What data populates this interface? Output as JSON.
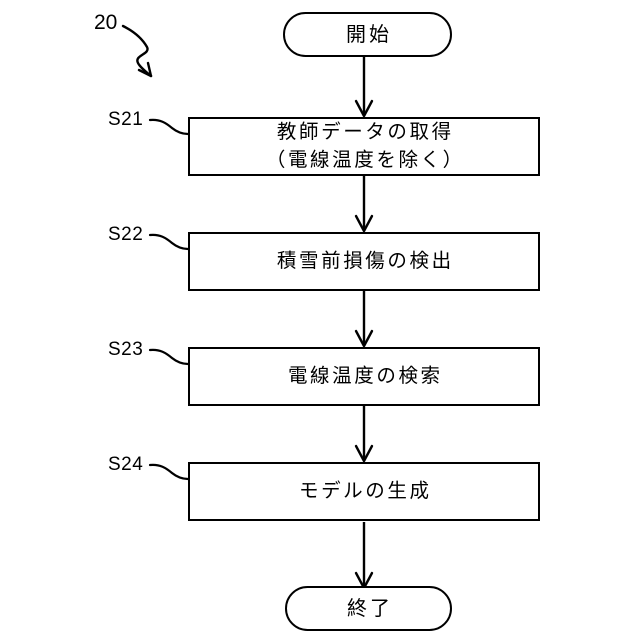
{
  "figure": {
    "reference_number": "20",
    "type": "flowchart",
    "language": "ja"
  },
  "nodes": [
    {
      "id": "start",
      "kind": "terminal",
      "label": "開始",
      "step_ref": null
    },
    {
      "id": "s21",
      "kind": "process",
      "lines": [
        "教師データの取得",
        "（電線温度を除く）"
      ],
      "step_ref": "S21"
    },
    {
      "id": "s22",
      "kind": "process",
      "lines": [
        "積雪前損傷の検出"
      ],
      "step_ref": "S22"
    },
    {
      "id": "s23",
      "kind": "process",
      "lines": [
        "電線温度の検索"
      ],
      "step_ref": "S23"
    },
    {
      "id": "s24",
      "kind": "process",
      "lines": [
        "モデルの生成"
      ],
      "step_ref": "S24"
    },
    {
      "id": "end",
      "kind": "terminal",
      "label": "終了",
      "step_ref": null
    }
  ],
  "edges": [
    {
      "from": "start",
      "to": "s21",
      "arrow": "down"
    },
    {
      "from": "s21",
      "to": "s22",
      "arrow": "down"
    },
    {
      "from": "s22",
      "to": "s23",
      "arrow": "down"
    },
    {
      "from": "s23",
      "to": "s24",
      "arrow": "down"
    },
    {
      "from": "s24",
      "to": "end",
      "arrow": "down"
    }
  ],
  "colors": {
    "stroke": "#000000",
    "background": "#ffffff",
    "text": "#000000"
  }
}
